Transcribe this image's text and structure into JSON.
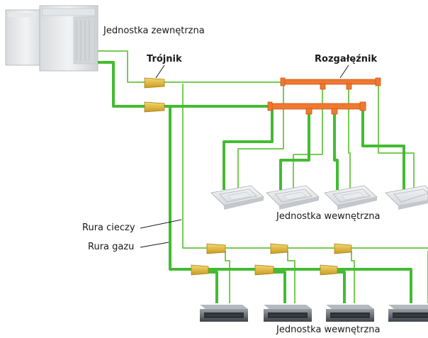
{
  "labels": {
    "outdoor_unit": "Jednostka zewnętrzna",
    "tee": "Trójnik",
    "header": "Rozgałęźnik",
    "liquid_pipe": "Rura cieczy",
    "gas_pipe": "Rura gazu",
    "indoor_units_ceiling": "Jednostka wewnętrzna",
    "indoor_units_duct": "Jednostka wewnętrzna"
  },
  "colors": {
    "gas_pipe": "#44bb33",
    "liquid_pipe": "#77cc55",
    "header": "#f07830",
    "tee_fitting": "#e8c040",
    "unit_body": "#e6e8ea"
  },
  "icons": {
    "outdoor_unit": "outdoor-unit-icon",
    "cassette_unit": "ceiling-cassette-icon",
    "duct_unit": "ducted-unit-icon",
    "tee_fitting": "tee-fitting-icon",
    "header": "header-manifold-icon"
  }
}
